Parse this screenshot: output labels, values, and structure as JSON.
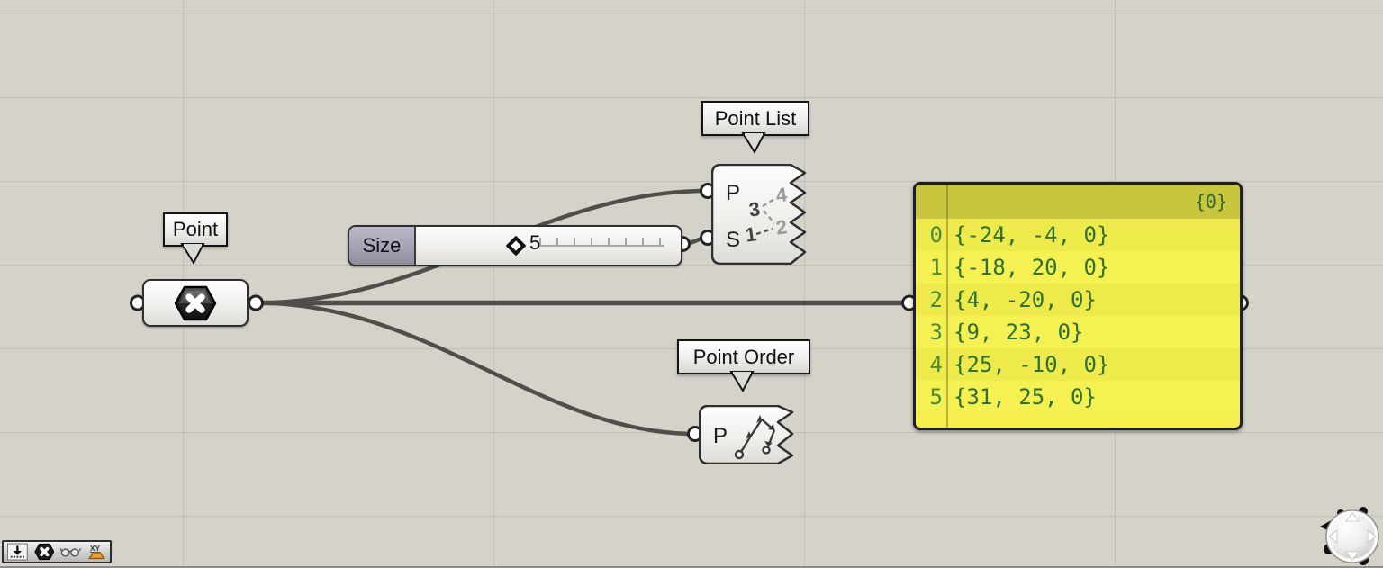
{
  "app": {
    "name": "Grasshopper node canvas"
  },
  "labels": {
    "point": "Point",
    "point_list": "Point List",
    "point_order": "Point Order"
  },
  "slider": {
    "label": "Size",
    "value": "5"
  },
  "point_component": {
    "icon": "hexagon-x-point-icon"
  },
  "point_list": {
    "inputs": [
      "P",
      "S"
    ],
    "icon": "numbered-points-icon"
  },
  "point_order": {
    "inputs": [
      "P"
    ],
    "icon": "ordered-path-icon"
  },
  "panel": {
    "header": "{0}",
    "rows": [
      {
        "index": "0",
        "value": "{-24, -4, 0}"
      },
      {
        "index": "1",
        "value": "{-18, 20, 0}"
      },
      {
        "index": "2",
        "value": "{4, -20, 0}"
      },
      {
        "index": "3",
        "value": "{9, 23, 0}"
      },
      {
        "index": "4",
        "value": "{25, -10, 0}"
      },
      {
        "index": "5",
        "value": "{31, 25, 0}"
      }
    ]
  },
  "toolbar": {
    "xy_label": "XY",
    "icons": [
      "download-icon",
      "hexagon-x-point-icon",
      "glasses-icon",
      "xy-plane-icon"
    ]
  },
  "nav": {
    "widget": "trackball"
  },
  "colors": {
    "canvas_bg": "#d5d2ca",
    "grid_line": "#c2bfb7",
    "wire": "#504e49",
    "panel_body": "#f4ef4d",
    "panel_header": "#c9c53f",
    "panel_text": "#2f7030",
    "slider_label_bg": "#a5a2b4",
    "xy_orange": "#e08a1a"
  }
}
